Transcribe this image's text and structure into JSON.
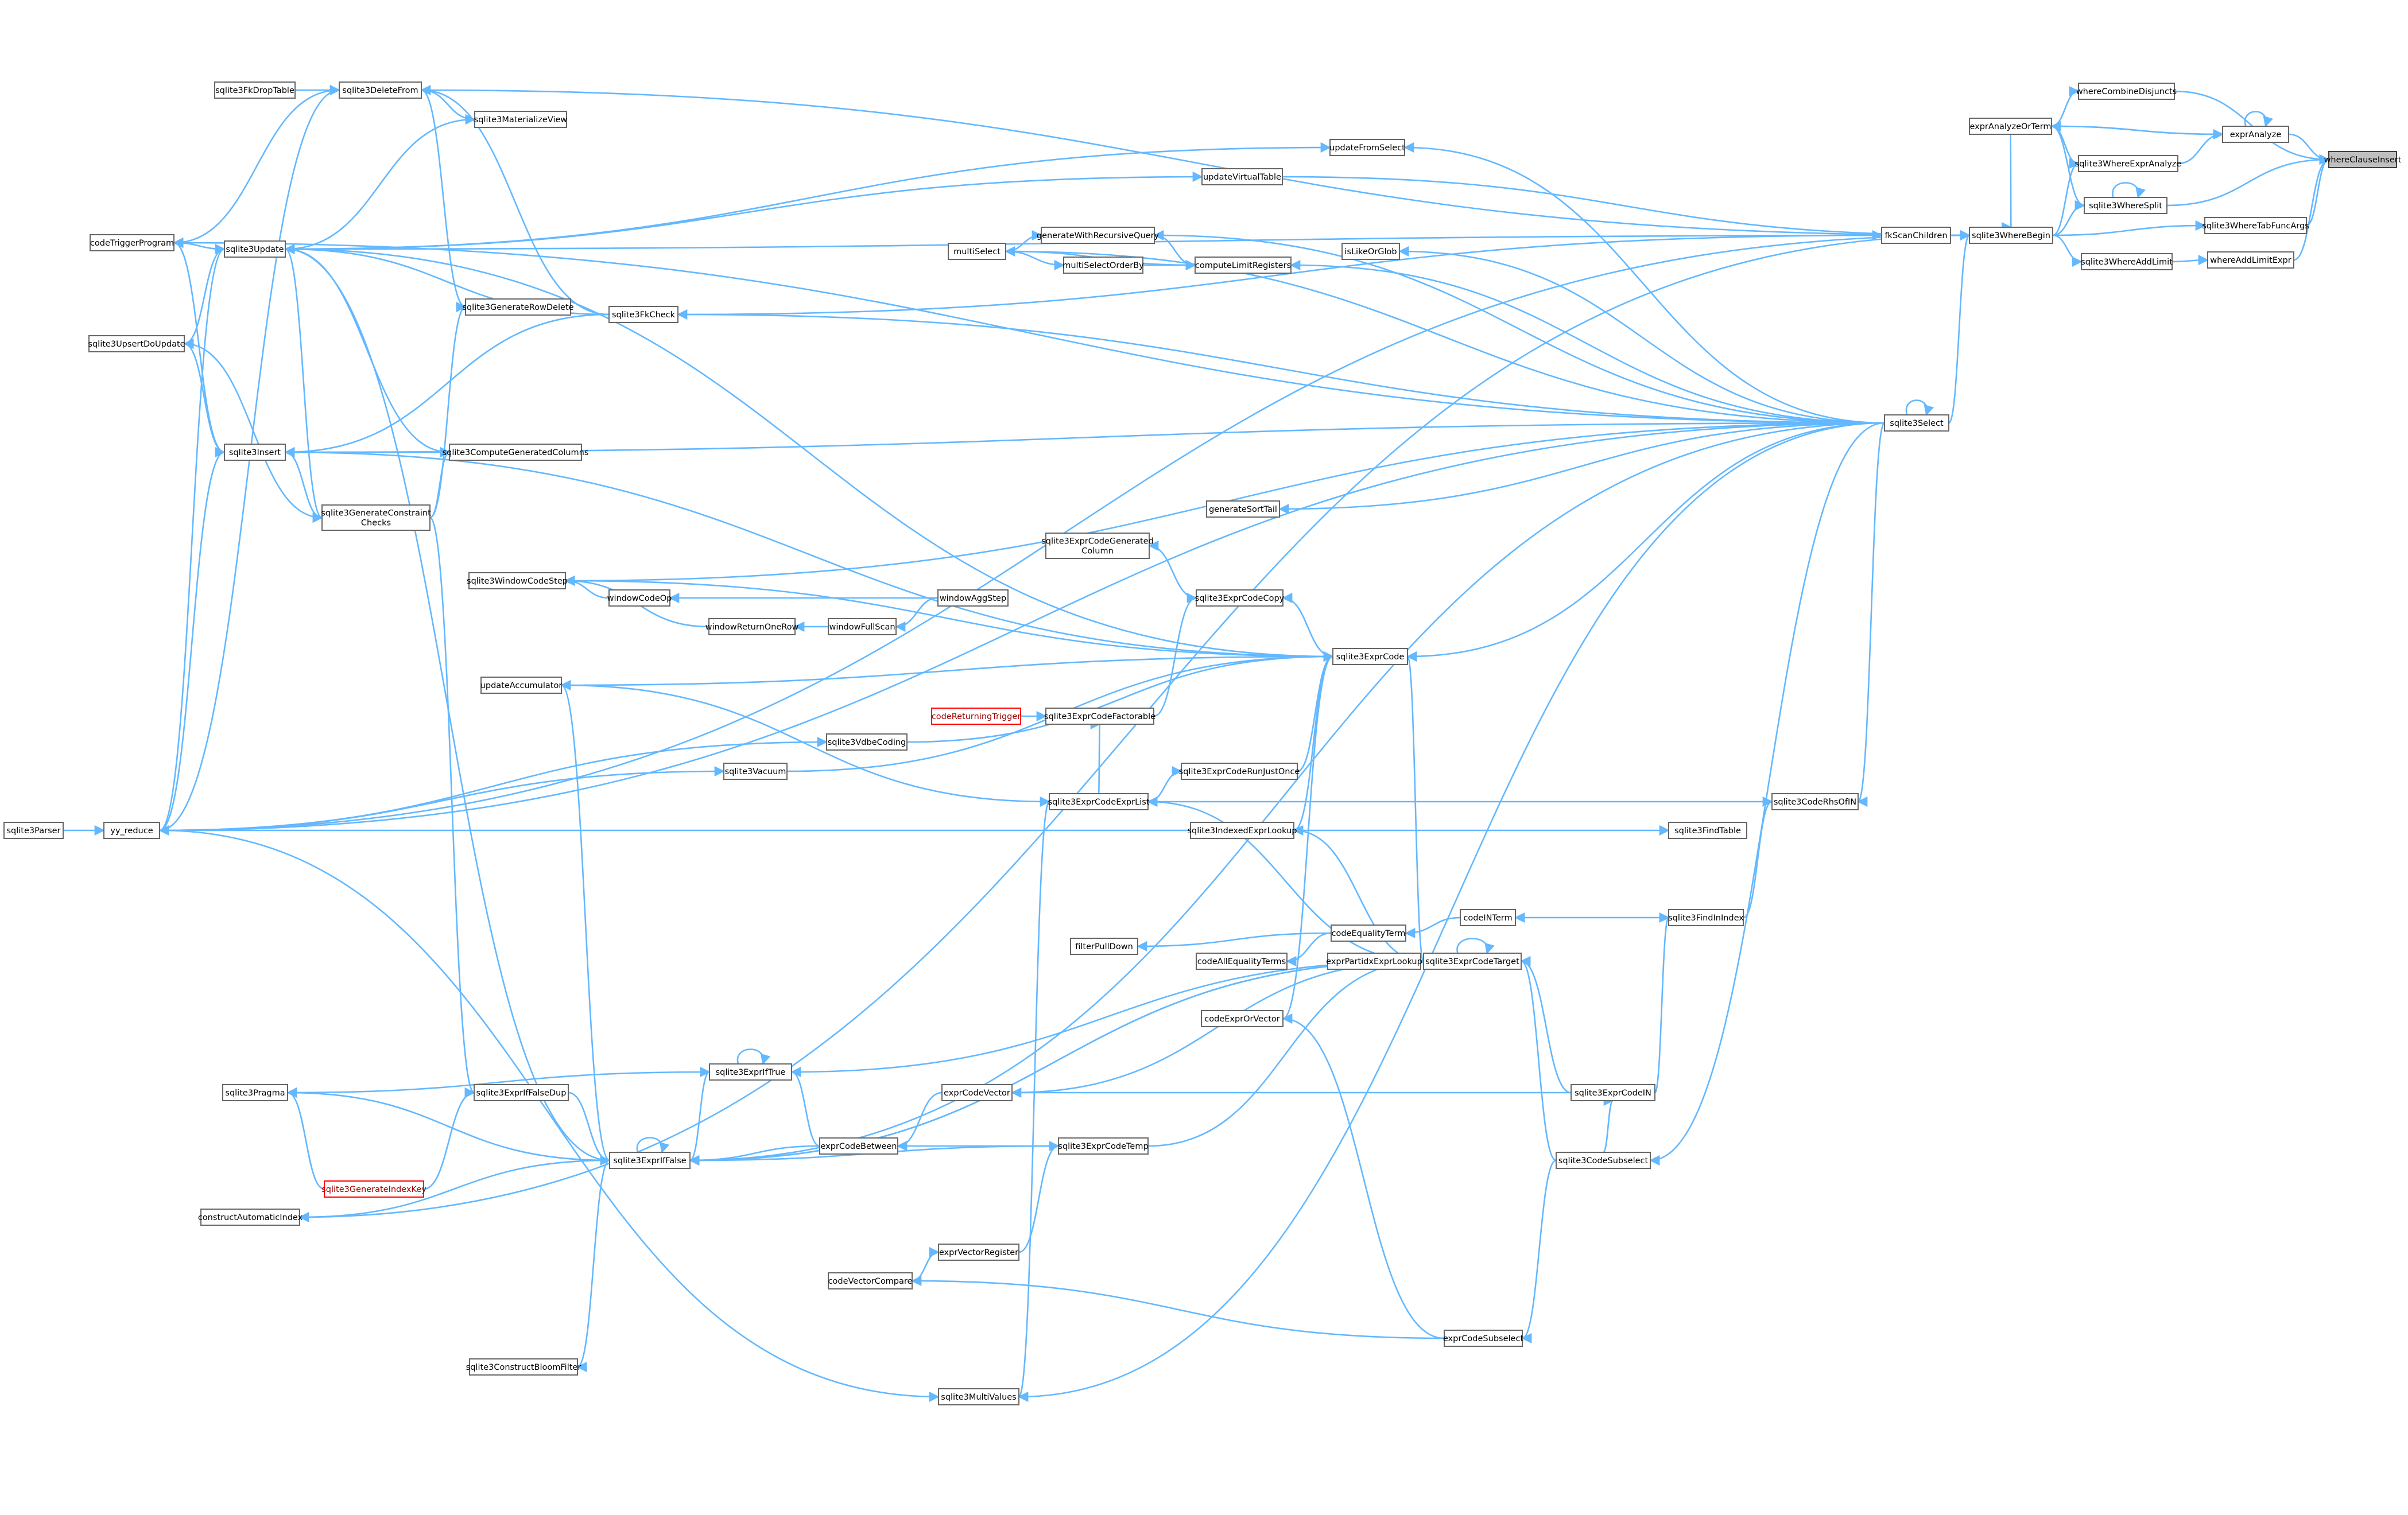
{
  "colors": {
    "edge": "#63b8ff",
    "node_border": "#666666",
    "root_fill": "#bfbfbf",
    "red_border": "#ff0000"
  },
  "nodes": [
    {
      "id": "whereClauseInsert",
      "label": "whereClauseInsert",
      "root": true
    },
    {
      "id": "whereCombineDisjuncts",
      "label": "whereCombineDisjuncts"
    },
    {
      "id": "exprAnalyzeOrTerm",
      "label": "exprAnalyzeOrTerm"
    },
    {
      "id": "exprAnalyze",
      "label": "exprAnalyze"
    },
    {
      "id": "sqlite3WhereExprAnalyze",
      "label": "sqlite3WhereExprAnalyze"
    },
    {
      "id": "sqlite3WhereSplit",
      "label": "sqlite3WhereSplit"
    },
    {
      "id": "sqlite3WhereTabFuncArgs",
      "label": "sqlite3WhereTabFuncArgs"
    },
    {
      "id": "whereAddLimitExpr",
      "label": "whereAddLimitExpr"
    },
    {
      "id": "sqlite3WhereAddLimit",
      "label": "sqlite3WhereAddLimit"
    },
    {
      "id": "sqlite3WhereBegin",
      "label": "sqlite3WhereBegin"
    },
    {
      "id": "fkScanChildren",
      "label": "fkScanChildren"
    },
    {
      "id": "sqlite3DeleteFrom",
      "label": "sqlite3DeleteFrom"
    },
    {
      "id": "sqlite3FkDropTable",
      "label": "sqlite3FkDropTable"
    },
    {
      "id": "sqlite3MaterializeView",
      "label": "sqlite3MaterializeView"
    },
    {
      "id": "updateFromSelect",
      "label": "updateFromSelect"
    },
    {
      "id": "updateVirtualTable",
      "label": "updateVirtualTable"
    },
    {
      "id": "codeTriggerProgram",
      "label": "codeTriggerProgram"
    },
    {
      "id": "generateWithRecursiveQuery",
      "label": "generateWithRecursiveQuery"
    },
    {
      "id": "multiSelectOrderBy",
      "label": "multiSelectOrderBy"
    },
    {
      "id": "computeLimitRegisters",
      "label": "computeLimitRegisters"
    },
    {
      "id": "multiSelect",
      "label": "multiSelect"
    },
    {
      "id": "isLikeOrGlob",
      "label": "isLikeOrGlob"
    },
    {
      "id": "sqlite3Update",
      "label": "sqlite3Update"
    },
    {
      "id": "sqlite3UpsertDoUpdate",
      "label": "sqlite3UpsertDoUpdate"
    },
    {
      "id": "sqlite3GenerateRowDelete",
      "label": "sqlite3GenerateRowDelete"
    },
    {
      "id": "sqlite3FkCheck",
      "label": "sqlite3FkCheck"
    },
    {
      "id": "sqlite3Select",
      "label": "sqlite3Select"
    },
    {
      "id": "sqlite3Insert",
      "label": "sqlite3Insert"
    },
    {
      "id": "sqlite3ComputeGeneratedColumns",
      "label": "sqlite3ComputeGeneratedColumns"
    },
    {
      "id": "sqlite3GenerateConstraintChecks",
      "label": "sqlite3GenerateConstraint\nChecks"
    },
    {
      "id": "generateSortTail",
      "label": "generateSortTail"
    },
    {
      "id": "sqlite3ExprCodeGeneratedColumn",
      "label": "sqlite3ExprCodeGenerated\nColumn"
    },
    {
      "id": "sqlite3WindowCodeStep",
      "label": "sqlite3WindowCodeStep"
    },
    {
      "id": "windowCodeOp",
      "label": "windowCodeOp"
    },
    {
      "id": "windowAggStep",
      "label": "windowAggStep"
    },
    {
      "id": "sqlite3ExprCodeCopy",
      "label": "sqlite3ExprCodeCopy"
    },
    {
      "id": "windowReturnOneRow",
      "label": "windowReturnOneRow"
    },
    {
      "id": "windowFullScan",
      "label": "windowFullScan"
    },
    {
      "id": "sqlite3ExprCode",
      "label": "sqlite3ExprCode"
    },
    {
      "id": "updateAccumulator",
      "label": "updateAccumulator"
    },
    {
      "id": "codeReturningTrigger",
      "label": "codeReturningTrigger",
      "red": true
    },
    {
      "id": "sqlite3ExprCodeFactorable",
      "label": "sqlite3ExprCodeFactorable"
    },
    {
      "id": "sqlite3VdbeCoding",
      "label": "sqlite3VdbeCoding"
    },
    {
      "id": "sqlite3Vacuum",
      "label": "sqlite3Vacuum"
    },
    {
      "id": "sqlite3ExprCodeRunJustOnce",
      "label": "sqlite3ExprCodeRunJustOnce"
    },
    {
      "id": "sqlite3ExprCodeExprList",
      "label": "sqlite3ExprCodeExprList"
    },
    {
      "id": "sqlite3CodeRhsOfIN",
      "label": "sqlite3CodeRhsOfIN"
    },
    {
      "id": "sqlite3Parser",
      "label": "sqlite3Parser"
    },
    {
      "id": "yy_reduce",
      "label": "yy_reduce"
    },
    {
      "id": "sqlite3IndexedExprLookup",
      "label": "sqlite3IndexedExprLookup"
    },
    {
      "id": "sqlite3FindTable",
      "label": "sqlite3FindTable"
    },
    {
      "id": "codeINTerm",
      "label": "codeINTerm"
    },
    {
      "id": "sqlite3FindInIndex",
      "label": "sqlite3FindInIndex"
    },
    {
      "id": "codeEqualityTerm",
      "label": "codeEqualityTerm"
    },
    {
      "id": "filterPullDown",
      "label": "filterPullDown"
    },
    {
      "id": "codeAllEqualityTerms",
      "label": "codeAllEqualityTerms"
    },
    {
      "id": "exprPartidxExprLookup",
      "label": "exprPartidxExprLookup"
    },
    {
      "id": "sqlite3ExprCodeTarget",
      "label": "sqlite3ExprCodeTarget"
    },
    {
      "id": "codeExprOrVector",
      "label": "codeExprOrVector"
    },
    {
      "id": "sqlite3ExprIfTrue",
      "label": "sqlite3ExprIfTrue"
    },
    {
      "id": "sqlite3Pragma",
      "label": "sqlite3Pragma"
    },
    {
      "id": "sqlite3ExprIfFalseDup",
      "label": "sqlite3ExprIfFalseDup"
    },
    {
      "id": "exprCodeVector",
      "label": "exprCodeVector"
    },
    {
      "id": "sqlite3ExprCodeIN",
      "label": "sqlite3ExprCodeIN"
    },
    {
      "id": "sqlite3ExprIfFalse",
      "label": "sqlite3ExprIfFalse"
    },
    {
      "id": "exprCodeBetween",
      "label": "exprCodeBetween"
    },
    {
      "id": "sqlite3ExprCodeTemp",
      "label": "sqlite3ExprCodeTemp"
    },
    {
      "id": "sqlite3CodeSubselect",
      "label": "sqlite3CodeSubselect"
    },
    {
      "id": "sqlite3GenerateIndexKey",
      "label": "sqlite3GenerateIndexKey",
      "red": true
    },
    {
      "id": "constructAutomaticIndex",
      "label": "constructAutomaticIndex"
    },
    {
      "id": "exprVectorRegister",
      "label": "exprVectorRegister"
    },
    {
      "id": "codeVectorCompare",
      "label": "codeVectorCompare"
    },
    {
      "id": "exprCodeSubselect",
      "label": "exprCodeSubselect"
    },
    {
      "id": "sqlite3ConstructBloomFilter",
      "label": "sqlite3ConstructBloomFilter"
    },
    {
      "id": "sqlite3MultiValues",
      "label": "sqlite3MultiValues"
    }
  ],
  "edges": [
    [
      "whereCombineDisjuncts",
      "whereClauseInsert"
    ],
    [
      "exprAnalyze",
      "whereClauseInsert"
    ],
    [
      "sqlite3WhereSplit",
      "whereClauseInsert"
    ],
    [
      "sqlite3WhereTabFuncArgs",
      "whereClauseInsert"
    ],
    [
      "whereAddLimitExpr",
      "whereClauseInsert"
    ],
    [
      "exprAnalyzeOrTerm",
      "whereCombineDisjuncts"
    ],
    [
      "exprAnalyze",
      "exprAnalyzeOrTerm"
    ],
    [
      "exprAnalyzeOrTerm",
      "exprAnalyze"
    ],
    [
      "exprAnalyze",
      "exprAnalyze"
    ],
    [
      "sqlite3WhereExprAnalyze",
      "exprAnalyze"
    ],
    [
      "exprAnalyzeOrTerm",
      "sqlite3WhereExprAnalyze"
    ],
    [
      "sqlite3WhereBegin",
      "sqlite3WhereExprAnalyze"
    ],
    [
      "sqlite3WhereSplit",
      "sqlite3WhereSplit"
    ],
    [
      "exprAnalyzeOrTerm",
      "sqlite3WhereSplit"
    ],
    [
      "sqlite3WhereBegin",
      "sqlite3WhereSplit"
    ],
    [
      "sqlite3WhereBegin",
      "sqlite3WhereTabFuncArgs"
    ],
    [
      "sqlite3WhereAddLimit",
      "whereAddLimitExpr"
    ],
    [
      "sqlite3WhereBegin",
      "sqlite3WhereAddLimit"
    ],
    [
      "exprAnalyzeOrTerm",
      "sqlite3WhereBegin"
    ],
    [
      "fkScanChildren",
      "sqlite3WhereBegin"
    ],
    [
      "sqlite3DeleteFrom",
      "sqlite3WhereBegin"
    ],
    [
      "sqlite3Update",
      "sqlite3WhereBegin"
    ],
    [
      "updateVirtualTable",
      "sqlite3WhereBegin"
    ],
    [
      "sqlite3Select",
      "sqlite3WhereBegin"
    ],
    [
      "constructAutomaticIndex",
      "sqlite3WhereBegin"
    ],
    [
      "yy_reduce",
      "sqlite3WhereBegin"
    ],
    [
      "sqlite3FkCheck",
      "fkScanChildren"
    ],
    [
      "sqlite3FkDropTable",
      "sqlite3DeleteFrom"
    ],
    [
      "codeTriggerProgram",
      "sqlite3DeleteFrom"
    ],
    [
      "yy_reduce",
      "sqlite3DeleteFrom"
    ],
    [
      "sqlite3DeleteFrom",
      "sqlite3MaterializeView"
    ],
    [
      "sqlite3Update",
      "sqlite3MaterializeView"
    ],
    [
      "sqlite3Update",
      "updateFromSelect"
    ],
    [
      "sqlite3Update",
      "updateVirtualTable"
    ],
    [
      "sqlite3Update",
      "codeTriggerProgram"
    ],
    [
      "sqlite3UpsertDoUpdate",
      "sqlite3Update"
    ],
    [
      "yy_reduce",
      "sqlite3Update"
    ],
    [
      "multiSelect",
      "generateWithRecursiveQuery"
    ],
    [
      "multiSelect",
      "multiSelectOrderBy"
    ],
    [
      "generateWithRecursiveQuery",
      "computeLimitRegisters"
    ],
    [
      "multiSelectOrderBy",
      "computeLimitRegisters"
    ],
    [
      "multiSelect",
      "computeLimitRegisters"
    ],
    [
      "sqlite3Select",
      "multiSelect"
    ],
    [
      "sqlite3Select",
      "sqlite3Select"
    ],
    [
      "sqlite3Insert",
      "sqlite3UpsertDoUpdate"
    ],
    [
      "sqlite3GenerateConstraintChecks",
      "sqlite3UpsertDoUpdate"
    ],
    [
      "sqlite3GenerateConstraintChecks",
      "sqlite3GenerateRowDelete"
    ],
    [
      "sqlite3DeleteFrom",
      "sqlite3GenerateRowDelete"
    ],
    [
      "sqlite3FkCheck",
      "sqlite3DeleteFrom"
    ],
    [
      "sqlite3FkCheck",
      "sqlite3Update"
    ],
    [
      "sqlite3FkCheck",
      "sqlite3Insert"
    ],
    [
      "sqlite3Insert",
      "codeTriggerProgram"
    ],
    [
      "yy_reduce",
      "sqlite3Insert"
    ],
    [
      "sqlite3Insert",
      "sqlite3ComputeGeneratedColumns"
    ],
    [
      "sqlite3Update",
      "sqlite3ComputeGeneratedColumns"
    ],
    [
      "sqlite3GenerateConstraintChecks",
      "sqlite3ComputeGeneratedColumns"
    ],
    [
      "sqlite3Insert",
      "sqlite3GenerateConstraintChecks"
    ],
    [
      "sqlite3Update",
      "sqlite3GenerateConstraintChecks"
    ],
    [
      "sqlite3Select",
      "generateSortTail"
    ],
    [
      "sqlite3ExprCodeCopy",
      "sqlite3ExprCodeGeneratedColumn"
    ],
    [
      "windowCodeOp",
      "sqlite3WindowCodeStep"
    ],
    [
      "windowReturnOneRow",
      "sqlite3WindowCodeStep"
    ],
    [
      "windowAggStep",
      "windowCodeOp"
    ],
    [
      "windowAggStep",
      "windowFullScan"
    ],
    [
      "windowFullScan",
      "windowReturnOneRow"
    ],
    [
      "sqlite3ExprCode",
      "sqlite3ExprCodeCopy"
    ],
    [
      "sqlite3ExprCodeFactorable",
      "sqlite3ExprCodeCopy"
    ],
    [
      "codeReturningTrigger",
      "sqlite3ExprCodeFactorable"
    ],
    [
      "sqlite3ExprCodeExprList",
      "sqlite3ExprCodeFactorable"
    ],
    [
      "sqlite3Insert",
      "sqlite3ExprCode"
    ],
    [
      "sqlite3Update",
      "sqlite3ExprCode"
    ],
    [
      "sqlite3Select",
      "sqlite3ExprCode"
    ],
    [
      "sqlite3WindowCodeStep",
      "sqlite3ExprCode"
    ],
    [
      "updateAccumulator",
      "sqlite3ExprCode"
    ],
    [
      "sqlite3VdbeCoding",
      "sqlite3ExprCode"
    ],
    [
      "sqlite3Vacuum",
      "sqlite3ExprCode"
    ],
    [
      "sqlite3ExprCodeRunJustOnce",
      "sqlite3ExprCode"
    ],
    [
      "sqlite3IndexedExprLookup",
      "sqlite3ExprCode"
    ],
    [
      "codeExprOrVector",
      "sqlite3ExprCode"
    ],
    [
      "sqlite3ExprCodeTarget",
      "sqlite3ExprCode"
    ],
    [
      "sqlite3ExprCodeExprList",
      "updateAccumulator"
    ],
    [
      "yy_reduce",
      "sqlite3VdbeCoding"
    ],
    [
      "yy_reduce",
      "sqlite3Vacuum"
    ],
    [
      "sqlite3Parser",
      "yy_reduce"
    ],
    [
      "sqlite3ExprCodeExprList",
      "sqlite3ExprCodeRunJustOnce"
    ],
    [
      "sqlite3CodeRhsOfIN",
      "sqlite3ExprCodeExprList"
    ],
    [
      "sqlite3ExprCodeTarget",
      "sqlite3ExprCodeExprList"
    ],
    [
      "sqlite3MultiValues",
      "sqlite3ExprCodeExprList"
    ],
    [
      "sqlite3FindInIndex",
      "sqlite3CodeRhsOfIN"
    ],
    [
      "sqlite3ExprCodeTarget",
      "sqlite3IndexedExprLookup"
    ],
    [
      "yy_reduce",
      "sqlite3FindTable"
    ],
    [
      "sqlite3FindInIndex",
      "codeINTerm"
    ],
    [
      "sqlite3ExprCodeIN",
      "sqlite3FindInIndex"
    ],
    [
      "codeINTerm",
      "codeEqualityTerm"
    ],
    [
      "codeEqualityTerm",
      "filterPullDown"
    ],
    [
      "codeEqualityTerm",
      "codeAllEqualityTerms"
    ],
    [
      "sqlite3ExprCodeTarget",
      "exprPartidxExprLookup"
    ],
    [
      "sqlite3ExprCodeTarget",
      "sqlite3ExprCodeTarget"
    ],
    [
      "sqlite3ExprCodeTemp",
      "sqlite3ExprCodeTarget"
    ],
    [
      "exprCodeVector",
      "sqlite3ExprCodeTarget"
    ],
    [
      "sqlite3ExprIfFalse",
      "sqlite3ExprCodeTarget"
    ],
    [
      "sqlite3ExprIfTrue",
      "sqlite3ExprCodeTarget"
    ],
    [
      "sqlite3CodeSubselect",
      "sqlite3ExprCodeTarget"
    ],
    [
      "sqlite3ExprCodeIN",
      "sqlite3ExprCodeTarget"
    ],
    [
      "exprCodeSubselect",
      "codeExprOrVector"
    ],
    [
      "sqlite3ExprIfTrue",
      "sqlite3ExprIfTrue"
    ],
    [
      "sqlite3ExprIfFalse",
      "sqlite3ExprIfTrue"
    ],
    [
      "exprCodeBetween",
      "sqlite3ExprIfTrue"
    ],
    [
      "sqlite3ExprIfTrue",
      "sqlite3Pragma"
    ],
    [
      "sqlite3ExprIfFalseDup",
      "sqlite3ExprIfFalse"
    ],
    [
      "sqlite3GenerateIndexKey",
      "sqlite3ExprIfFalseDup"
    ],
    [
      "sqlite3GenerateConstraintChecks",
      "sqlite3ExprIfFalseDup"
    ],
    [
      "exprCodeVector",
      "exprCodeBetween"
    ],
    [
      "sqlite3ExprCodeTemp",
      "exprCodeBetween"
    ],
    [
      "sqlite3ExprCodeIN",
      "exprCodeVector"
    ],
    [
      "sqlite3CodeSubselect",
      "sqlite3ExprCodeIN"
    ],
    [
      "sqlite3ExprIfFalse",
      "sqlite3ExprIfFalse"
    ],
    [
      "sqlite3ExprIfFalse",
      "sqlite3Update"
    ],
    [
      "sqlite3ExprIfFalse",
      "sqlite3Pragma"
    ],
    [
      "sqlite3ExprIfFalse",
      "constructAutomaticIndex"
    ],
    [
      "sqlite3ExprIfFalse",
      "sqlite3ConstructBloomFilter"
    ],
    [
      "sqlite3ExprIfFalse",
      "updateAccumulator"
    ],
    [
      "exprCodeBetween",
      "sqlite3ExprIfFalse"
    ],
    [
      "sqlite3ExprCodeTemp",
      "sqlite3ExprIfFalse"
    ],
    [
      "sqlite3ExprCodeTarget",
      "sqlite3ExprIfFalse"
    ],
    [
      "exprVectorRegister",
      "sqlite3ExprCodeTemp"
    ],
    [
      "codeVectorCompare",
      "exprVectorRegister"
    ],
    [
      "exprCodeSubselect",
      "codeVectorCompare"
    ],
    [
      "sqlite3CodeSubselect",
      "exprCodeSubselect"
    ],
    [
      "sqlite3GenerateIndexKey",
      "sqlite3Pragma"
    ],
    [
      "sqlite3Select",
      "sqlite3MultiValues"
    ],
    [
      "yy_reduce",
      "sqlite3MultiValues"
    ],
    [
      "sqlite3Select",
      "sqlite3CodeRhsOfIN"
    ],
    [
      "sqlite3Select",
      "sqlite3CodeSubselect"
    ],
    [
      "sqlite3Select",
      "isLikeOrGlob"
    ],
    [
      "sqlite3Select",
      "updateFromSelect"
    ],
    [
      "sqlite3Select",
      "sqlite3WindowCodeStep"
    ],
    [
      "sqlite3Select",
      "computeLimitRegisters"
    ],
    [
      "sqlite3Select",
      "sqlite3FkCheck"
    ],
    [
      "sqlite3Select",
      "sqlite3Insert"
    ],
    [
      "sqlite3Select",
      "codeTriggerProgram"
    ],
    [
      "sqlite3Select",
      "yy_reduce"
    ],
    [
      "sqlite3Select",
      "sqlite3ExprIfFalse"
    ],
    [
      "sqlite3Select",
      "generateWithRecursiveQuery"
    ]
  ]
}
